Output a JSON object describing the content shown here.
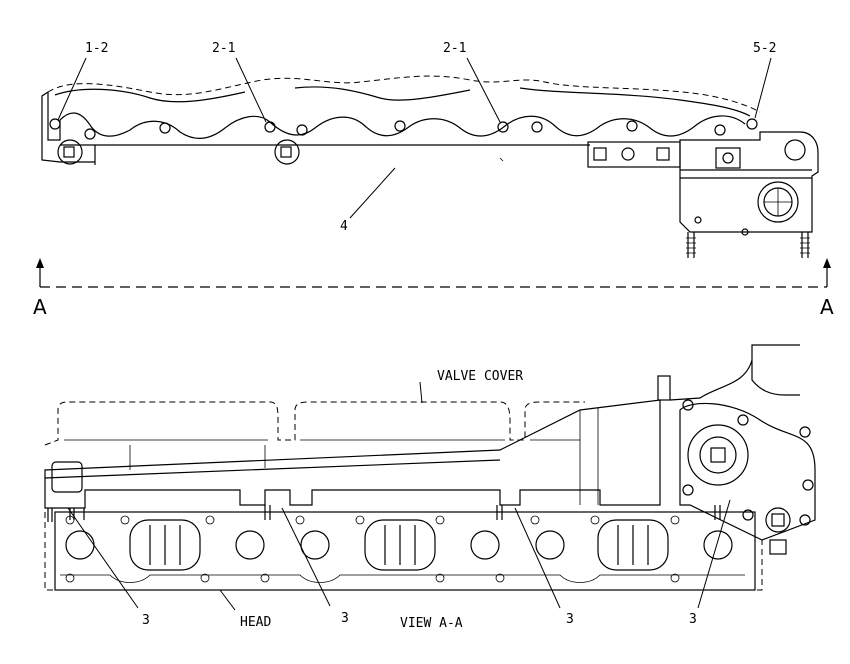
{
  "callouts": {
    "top_1_2": "1-2",
    "top_2_1_left": "2-1",
    "top_2_1_right": "2-1",
    "top_5_2": "5-2",
    "top_4": "4",
    "bottom_3_a": "3",
    "bottom_3_b": "3",
    "bottom_3_c": "3",
    "bottom_3_d": "3"
  },
  "section": {
    "left_letter": "A",
    "right_letter": "A"
  },
  "labels": {
    "valve_cover": "VALVE COVER",
    "head": "HEAD",
    "view": "VIEW A-A"
  }
}
